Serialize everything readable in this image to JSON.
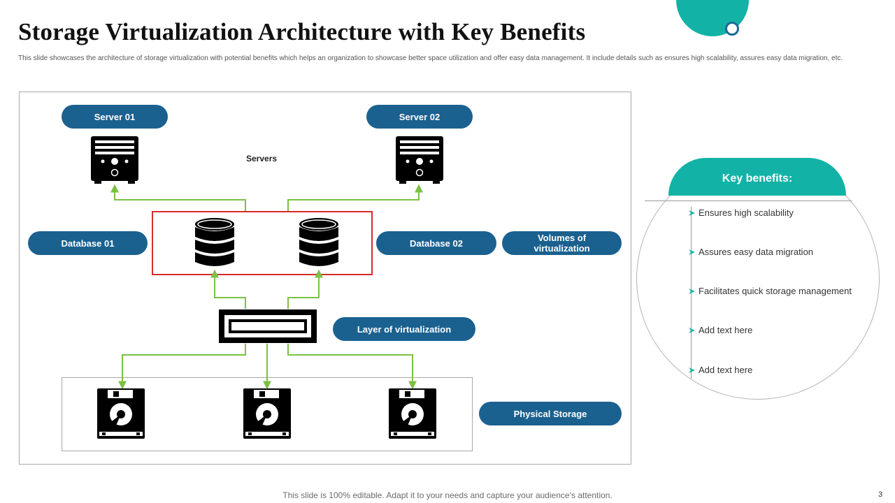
{
  "slide": {
    "title": "Storage Virtualization Architecture with Key Benefits",
    "subtitle": "This slide showcases the architecture of storage virtualization with potential benefits which helps an organization to showcase better space utilization and offer easy data management. It include details such as ensures high scalability, assures easy data migration, etc.",
    "footer_note": "This slide is 100% editable. Adapt it to your needs and capture your audience’s attention.",
    "page_number": "3"
  },
  "diagram": {
    "server_1": "Server 01",
    "server_2": "Server 02",
    "servers_label": "Servers",
    "database_1": "Database 01",
    "database_2": "Database 02",
    "volumes": "Volumes of virtualization",
    "virtualization_layer": "Layer of virtualization",
    "physical_storage": "Physical Storage"
  },
  "benefits": {
    "heading": "Key benefits:",
    "items": [
      "Ensures high scalability",
      "Assures easy data migration",
      "Facilitates quick storage management",
      "Add text here",
      "Add text here"
    ]
  },
  "colors": {
    "pill_blue": "#1b6190",
    "teal": "#12b3a6",
    "connector_green": "#7bc142",
    "highlight_red": "#d62b2b"
  },
  "icons": [
    "server-icon",
    "database-icon",
    "virtualization-layer-icon",
    "hard-disk-icon",
    "tick-bullet-icon"
  ]
}
